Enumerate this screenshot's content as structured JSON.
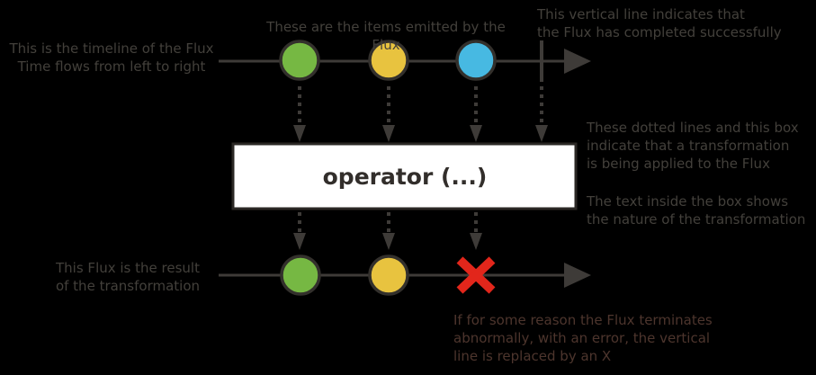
{
  "annotations": {
    "timeline": "This is the timeline of the Flux\nTime flows from left to right",
    "items_emitted": "These are the items emitted by the Flux",
    "completion": "This vertical line indicates that\nthe Flux has completed successfully",
    "transformation": "These dotted lines and this box\nindicate that a transformation\nis being applied to the Flux",
    "box_text": "The text inside the box shows\nthe nature of the transformation",
    "result": "This Flux is the result\nof the transformation",
    "error": "If for some reason the Flux terminates\nabnormally, with an error, the vertical\nline is replaced by an X"
  },
  "operator": {
    "label": "operator (...)"
  },
  "timelines": {
    "source": {
      "items": [
        "green",
        "yellow",
        "blue"
      ],
      "terminal": "complete"
    },
    "result": {
      "items": [
        "green",
        "yellow"
      ],
      "terminal": "error"
    }
  },
  "colors": {
    "background": "#000000",
    "line": "#3e3b38",
    "item_green": "#76b843",
    "item_yellow": "#e8c33f",
    "item_blue": "#47b9e2",
    "error_red": "#e2261b",
    "box_fill": "#ffffff",
    "box_border": "#2b2825",
    "box_text": "#322e2b",
    "annotation_text": "#43403b",
    "error_text": "#4d352d"
  }
}
